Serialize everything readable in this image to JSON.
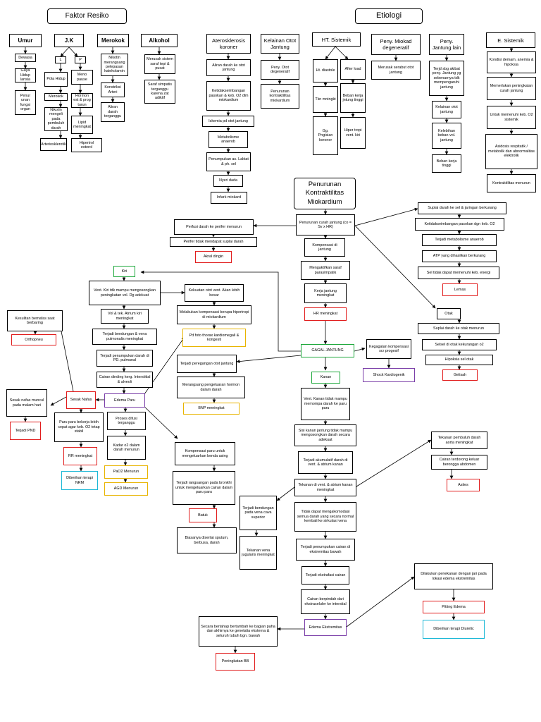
{
  "headers": {
    "faktor": "Faktor Resiko",
    "etiologi": "Etiologi"
  },
  "risk": {
    "umur": "Umur",
    "jk": "J.K",
    "merokok": "Merokok",
    "alkohol": "Alkohol",
    "l": "L",
    "p": "P",
    "umur_1": "Dewasa",
    "umur_2": "Gaya Hidup lansia",
    "umur_3": "Penur unan fungsi organ",
    "l_1": "Pola Hidup",
    "l_2": "Merokok",
    "l_3": "Nikotin mengeli pada pembuluh darah",
    "l_4": "Arteriosklerotik",
    "p_1": "Meno pause",
    "p_2": "Hormon est & prog turun",
    "p_3": "Lipid meningkat",
    "p_4": "Hipertrol esterol",
    "mer_1": "Nikotin merangsang pelepasan katekolamin",
    "mer_2": "Konstriksi Arteri",
    "mer_3": "Aliran darah terganggu",
    "alk_1": "Merusak sistem saraf tepi & pusat",
    "alk_2": "Saraf simpatis terganggu karena zat adiktif"
  },
  "etio": {
    "ateros": "Aterosklerosis koroner",
    "kelainan": "Kelainan Otot Jantung",
    "ht": "HT. Sistemik",
    "miokard": "Peny. Miokad degeneratif",
    "pjl": "Peny. Jantung lain",
    "esis": "E. Sistemik",
    "at_1": "Aliran darah ke otot jantung",
    "at_2": "Ketidakseimbangan pasokan & keb. O2 dlm miokardium",
    "at_3": "Iskemia pd otot jantung",
    "at_4": "Metabolisme anaerob",
    "at_5": "Penumpukan as. Laktat & ph. sel",
    "at_6": "Nyeri dada",
    "at_7": "Infark miokard",
    "kl_1": "Peny. Otot degeneratif",
    "kl_2": "Penurunan kontraktilitas miokardium",
    "ht_1": "Ht. diastole",
    "ht_2": "Tkn mningkt",
    "ht_3": "Gg. Pngisian koroner",
    "ht_4": "After load",
    "ht_5": "Beban kerja jntung tinggi",
    "ht_6": "Hiper tropi vent. kiri",
    "mi_1": "Merusak serabut otot jantung",
    "pj_1": "Terjd sbg akibat peny. Jantung yg sebenarnya tdk mempengaruhi jantung",
    "pj_2": "Kelainan otot jantung",
    "pj_3": "Kelebihan beban vol. jantung",
    "pj_4": "Beban kerja tinggi",
    "es_1": "Kondisi demam, anemia & hipoksia",
    "es_2": "Memerlukan peningkatan curah jantung",
    "es_3": "Untuk memenuhi keb. O2 sistemik",
    "es_4": "Asidosis respitatik / metabolik dan abnormalitas elektrolik",
    "es_5": "Kontraktilitas menurun"
  },
  "center": {
    "main": "Penurunan Kontraktilitas Miokardium",
    "c1": "Penurunan curah jantung (co = Sv x HR)",
    "c2": "Kompensasi di jantung",
    "c3": "Mengaktifkan saraf parasimpatik",
    "c4": "Kerja jantung meningkat",
    "c5": "HR meningkat",
    "gj": "GAGAL JANTUNG",
    "kg": "Kegagalan kompensasi scr progesif",
    "shock": "Shock Kardiogenik",
    "pf1": "Perfusi darah ke perifer menurun",
    "pf2": "Perifer tidak mendapat suplai darah",
    "akral": "Akral dingin"
  },
  "rightcol": {
    "r1": "Suplai darah ke sel & jaringan berkurang",
    "r2": "Ketidakseimbangan pasokan dgn keb. O2",
    "r3": "Terjadi metabolisme anaerob",
    "r4": "ATP yang dihasilkan berkurang",
    "r5": "Sel tidak dapat memenuhi keb. energi",
    "lemas": "Lemas",
    "otak": "Otak",
    "o1": "Suplai darah ke otak menurun",
    "o2": "Selsel di otak kekurangan o2",
    "o3": "Hipoksia sel otak",
    "gelisah": "Gelisah"
  },
  "kiri": {
    "label": "Kiri",
    "k1": "Vent. Kiri tdk mampu mengosongkan peningkatan vol. Dg adekuat",
    "k2": "Vol & tek. Atrium kiri meningkat",
    "k3": "Terjadi bendungan & vena pulmonalis meningkat",
    "k4": "Terjadi penumpukan darah di PD. pulmunal",
    "k5": "Cairan dinding kerg. Interstitial & alveoli",
    "edema": "Edema Paru",
    "ke1": "Kekuatan otot vent. Akan lebih besar",
    "ke2": "Melakukan kompensasi berupa hipertropi di miokardium",
    "thorax": "Pd foto thorax kardiomegali & kongesti",
    "ke3": "Terjadi peregangan otot jantung",
    "ke4": "Merangsang pengeluaran hormon dalam darah",
    "bnp": "BNP meningkat",
    "sesak": "Sesak Nafas",
    "ks": "Kesulitan bernafas saat berbaring",
    "ortho": "Orthopneu",
    "sn": "Sesak nafas muncul pada malam hari",
    "pnd": "Terjadi PND",
    "pp": "Paru paru bekerja lebih cepat agar keb. O2 tetap stabil",
    "rr": "RR meningkat",
    "nrm": "Diberikan terapi NRM",
    "pd": "Proses difusi terganggu",
    "ko2": "Kadar o2 dalam darah menurun",
    "pao2": "PaO2 Menurun",
    "agd": "AGD Menurun",
    "kp": "Kompensasi paru untuk mengeluarkan benda asing",
    "tr": "Terjadi rangsangan pada bronkhi untuk mengeluarkan cairan dalam paru paru",
    "batuk": "Batuk",
    "bd": "Biasanya disertai sputum, berbusa, darah"
  },
  "kanan": {
    "label": "Kanan",
    "n1": "Vent. Kanan tidak mampu memompa darah ke paru paru",
    "n2": "Sisi kanan jantung tidak mampu mengosongkan darah secara adekuat",
    "n3": "Terjadi akumulatif darah di vent. & atrium kanan",
    "n4": "Tekanan di vent. & atrium kanan meningkat",
    "vena1": "Terjadi bendungan pada vena cava superior",
    "vena2": "Tekanan vena jugularis meningkat",
    "n5": "Tidak dapat mengakomodasi semua darah yang secara normal kembali ke sirkulasi vena",
    "n6": "Terjadi penumpukan cairan di ekstremitas bawah",
    "n7": "Terjadi ekstrafasi cairan",
    "n8": "Cairan berpindah dari ekstraseluler ke interstial",
    "edema": "Edema Ekstremitas",
    "tp": "Tekanan pembuluh darah aorta meningkat",
    "ct": "Cairan terdorong keluar berongga abdomen",
    "asites": "Asites",
    "dl": "Dilakukan penekanan dengan jari pada lokasi edema ekstremitas",
    "pitting": "Pitting Edema",
    "diuretic": "Diberikan terapi Diuretic",
    "sb": "Secara bertahap bertambah ke bagian paha dan akhirnya ke genetalia eksterna & seluruh tubuh bgn. bawah",
    "bb": "Peningkatan BB"
  }
}
